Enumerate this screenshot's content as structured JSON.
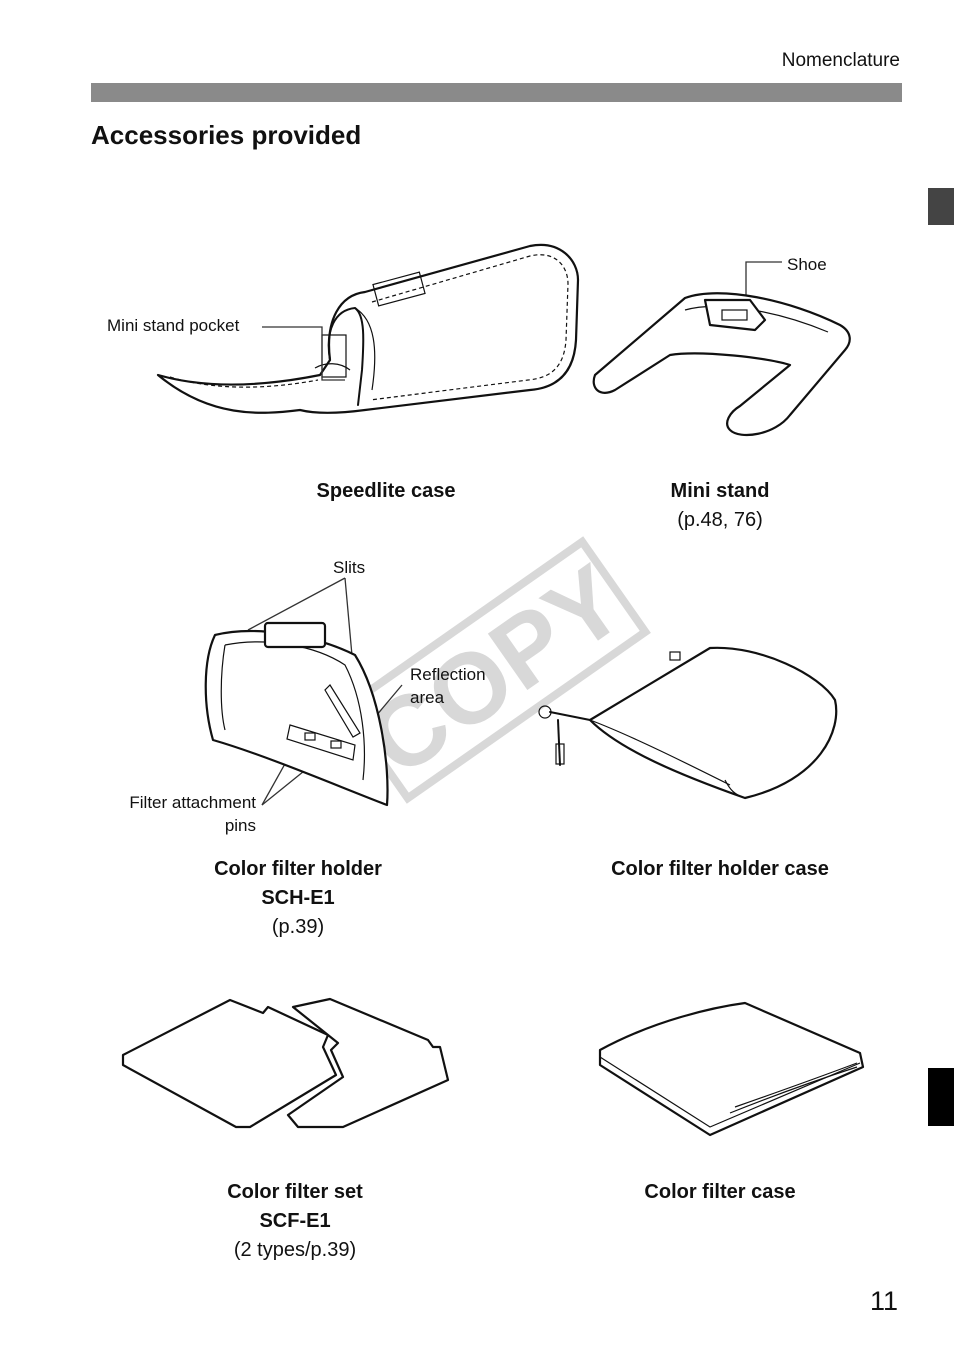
{
  "header": {
    "section": "Nomenclature"
  },
  "page": {
    "title": "Accessories provided",
    "number": "11"
  },
  "callouts": {
    "mini_stand_pocket": "Mini stand pocket",
    "shoe": "Shoe",
    "slits": "Slits",
    "reflection_area_1": "Reflection",
    "reflection_area_2": "area",
    "filter_pins_1": "Filter attachment",
    "filter_pins_2": "pins"
  },
  "items": [
    {
      "name": "Speedlite case",
      "model": "",
      "ref": ""
    },
    {
      "name": "Mini stand",
      "model": "",
      "ref": "(p.48, 76)"
    },
    {
      "name": "Color filter holder",
      "model": "SCH-E1",
      "ref": "(p.39)"
    },
    {
      "name": "Color filter holder case",
      "model": "",
      "ref": ""
    },
    {
      "name": "Color filter set",
      "model": "SCF-E1",
      "ref": "(2 types/p.39)"
    },
    {
      "name": "Color filter case",
      "model": "",
      "ref": ""
    }
  ],
  "watermark": {
    "text": "COPY"
  },
  "colors": {
    "header_bar": "#8a8a8a",
    "tab_top": "#444444",
    "tab_bottom": "#000000",
    "watermark": "#d8d8d8"
  }
}
